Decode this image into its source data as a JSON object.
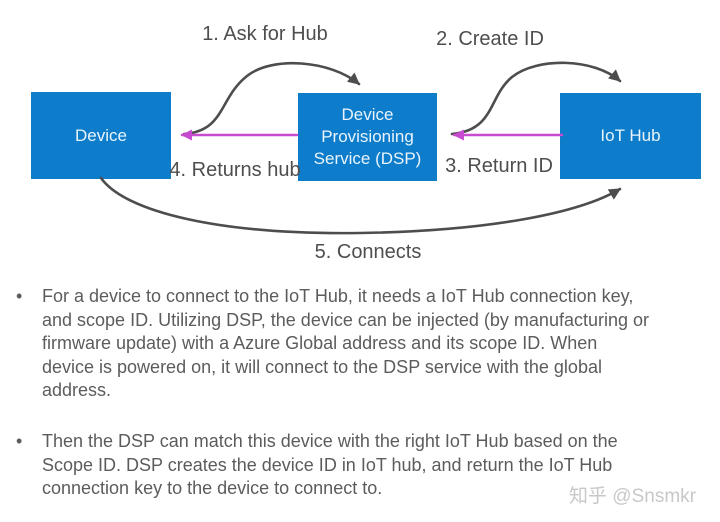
{
  "diagram": {
    "nodes": [
      {
        "label": "Device"
      },
      {
        "label": "Device Provisioning Service (DSP)"
      },
      {
        "label": "IoT Hub"
      }
    ],
    "arrows": [
      {
        "label": "1. Ask for Hub",
        "style": "gray-curve"
      },
      {
        "label": "2. Create ID",
        "style": "gray-curve"
      },
      {
        "label": "3. Return ID",
        "style": "magenta-straight"
      },
      {
        "label": "4. Returns hub",
        "style": "magenta-straight"
      },
      {
        "label": "5. Connects",
        "style": "gray-curve"
      }
    ]
  },
  "bullet_marker": "•",
  "bullets": [
    "For a device to connect to the IoT Hub, it needs a IoT Hub connection key,\nand scope ID. Utilizing DSP, the device can be injected (by manufacturing or\nfirmware update) with a Azure Global address and its scope ID. When\ndevice is powered on, it will connect to the DSP service with the global\naddress.",
    "Then the DSP can match this device with the right IoT Hub based on the\nScope ID. DSP creates the device ID in IoT hub, and return the IoT Hub\nconnection key to the device to connect to."
  ],
  "watermark": "知乎 @Snsmkr",
  "colors": {
    "node_fill": "#0d7cca",
    "node_text": "#e9f4fc",
    "arrow_gray": "#4d4d4d",
    "arrow_magenta": "#c84ad0",
    "label_text": "#4e4e4e",
    "body_text": "#5c5c5c",
    "watermark": "#c8c8c8",
    "background": "#ffffff"
  }
}
